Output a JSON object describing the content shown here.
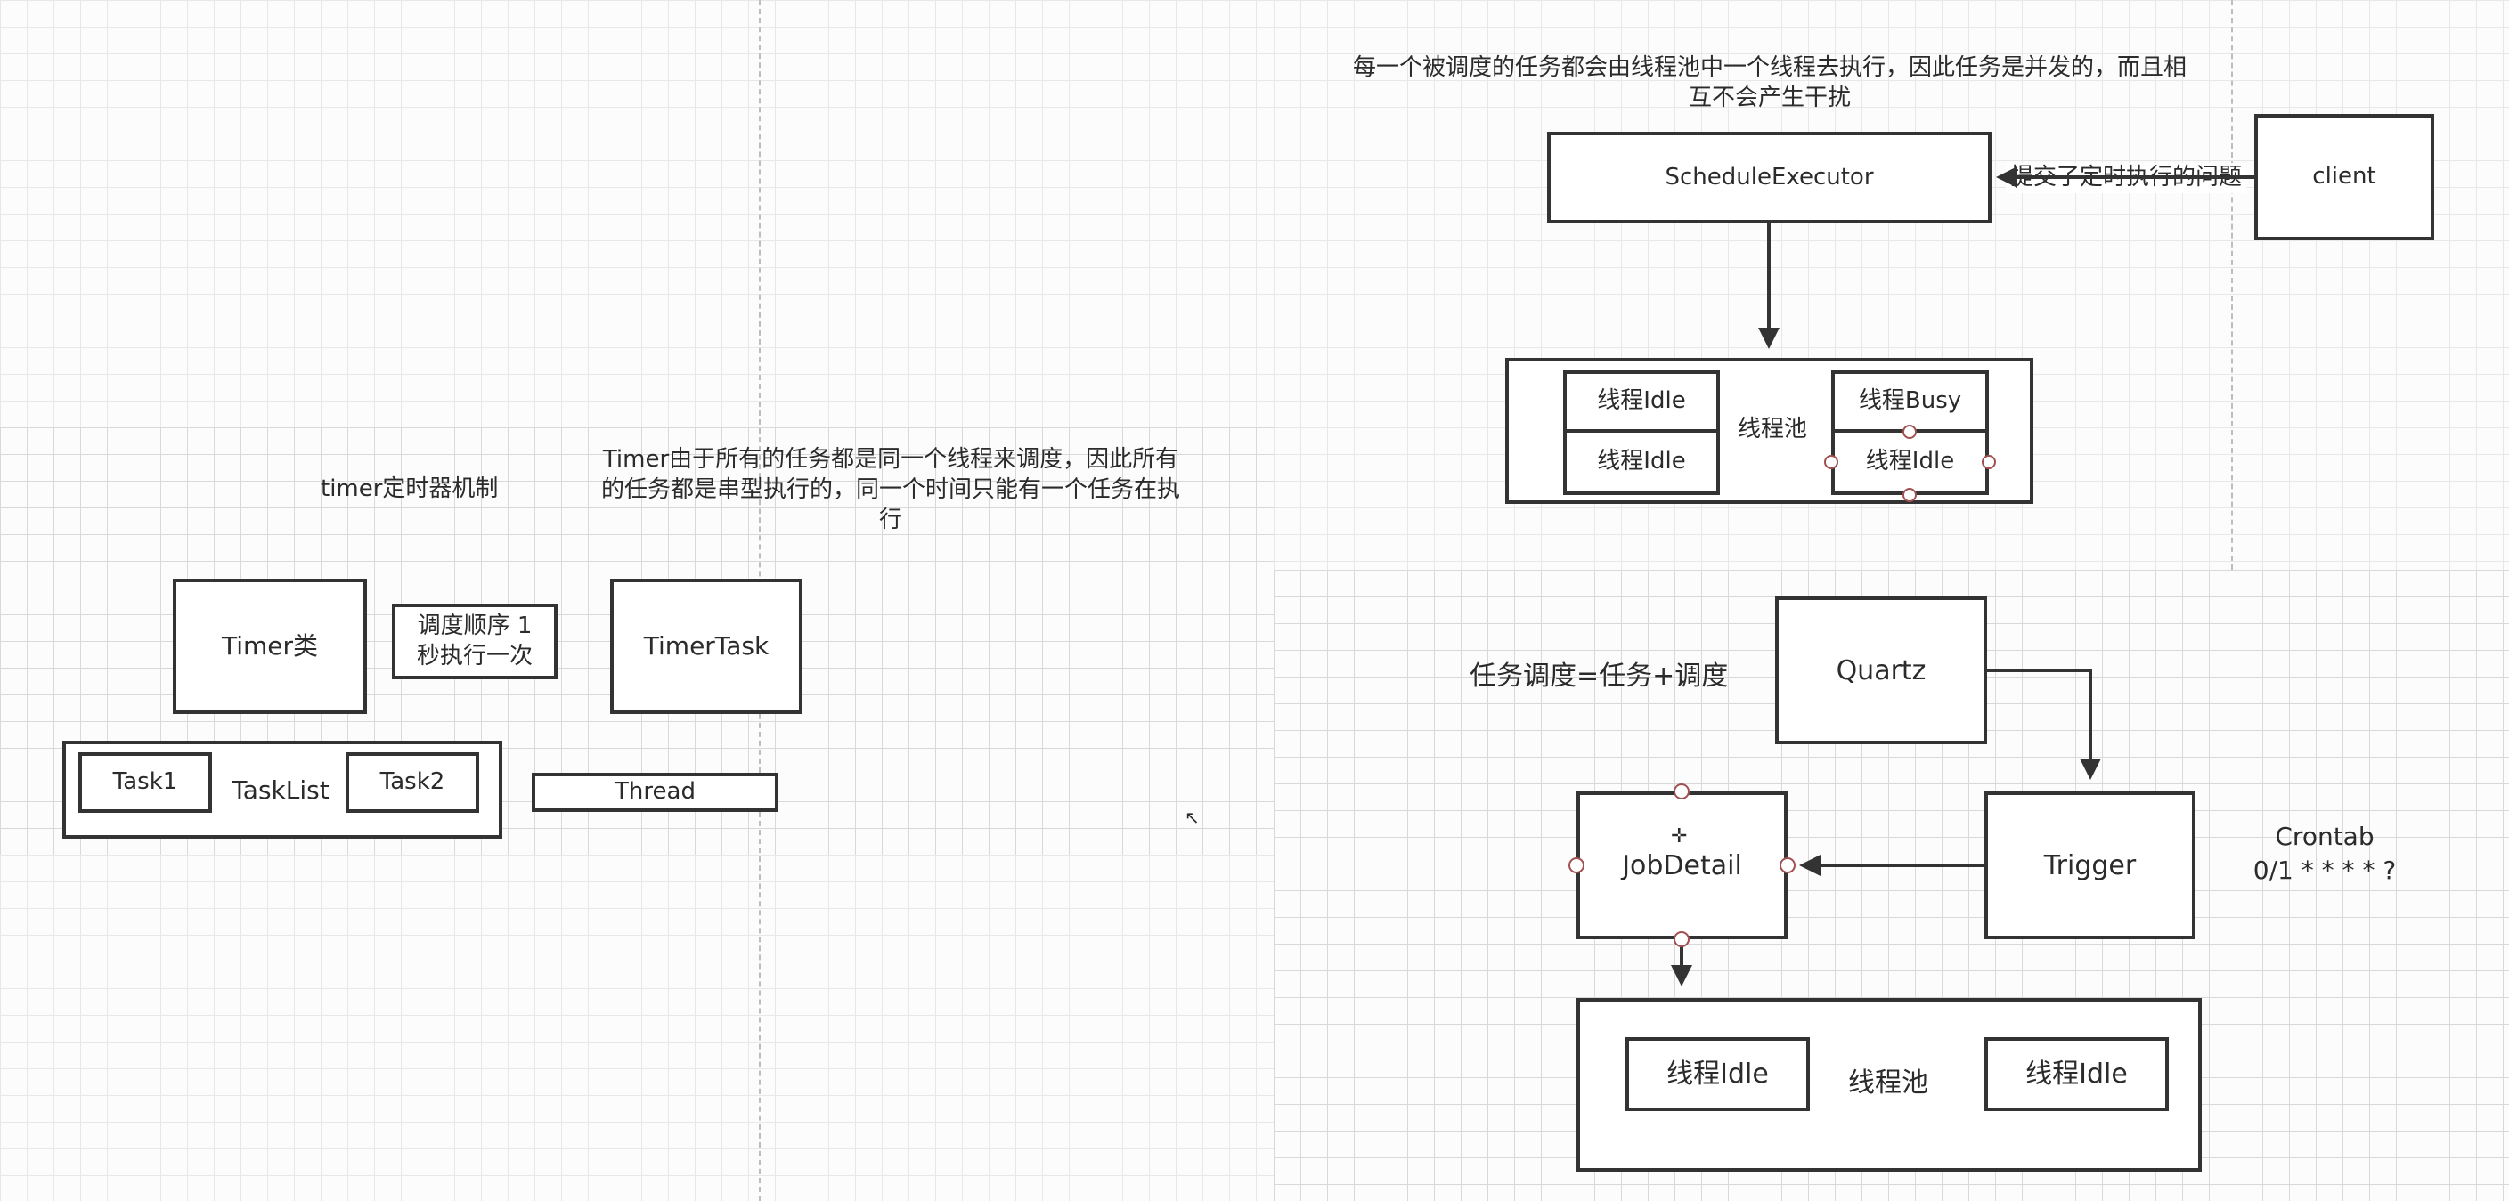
{
  "left": {
    "heading": "timer定时器机制",
    "note": "Timer由于所有的任务都是同一个线程来调度，因此所有的任务都是串型执行的，同一个时间只能有一个任务在执行",
    "timer_class": "Timer类",
    "schedule_order": "调度顺序 1 秒执行一次",
    "timer_task": "TimerTask",
    "task1": "Task1",
    "task_list": "TaskList",
    "task2": "Task2",
    "thread": "Thread"
  },
  "top_right": {
    "note": "每一个被调度的任务都会由线程池中一个线程去执行，因此任务是并发的，而且相互不会产生干扰",
    "executor": "ScheduleExecutor",
    "client": "client",
    "submit_label": "提交了定时执行的问题",
    "pool_label": "线程池",
    "idle1": "线程Idle",
    "idle2": "线程Idle",
    "busy": "线程Busy",
    "idle3": "线程Idle"
  },
  "bottom_right": {
    "formula": "任务调度=任务+调度",
    "quartz": "Quartz",
    "job_detail": "JobDetail",
    "trigger": "Trigger",
    "crontab_title": "Crontab",
    "crontab_expr": "0/1 * * * * ?",
    "pool_label": "线程池",
    "idle_left": "线程Idle",
    "idle_right": "线程Idle"
  },
  "colors": {
    "stroke": "#333333",
    "grid": "#d9d9d9",
    "handle": "#a05050"
  }
}
